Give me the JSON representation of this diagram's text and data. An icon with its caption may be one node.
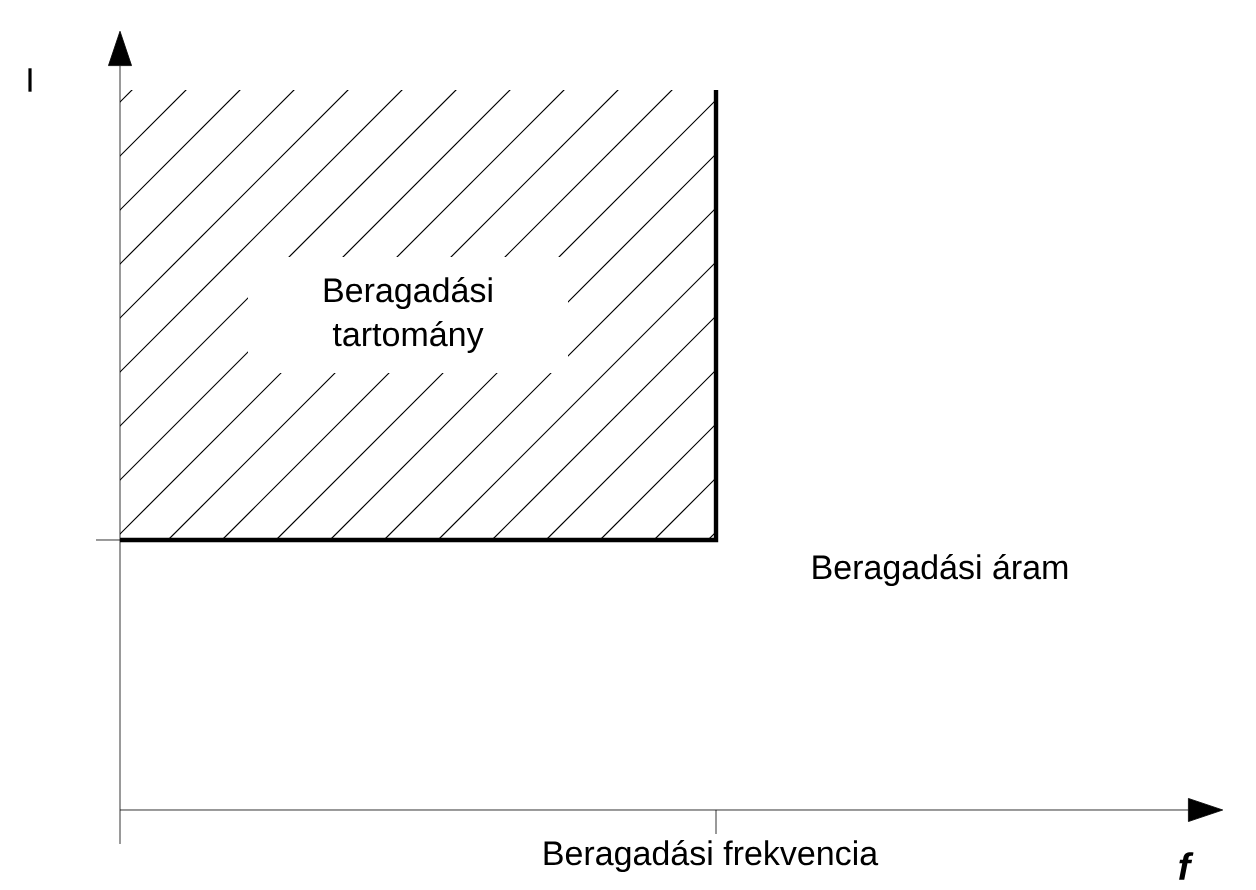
{
  "diagram": {
    "nodes": [
      {
        "text": [
          "Beragadási tartomány"
        ]
      }
    ],
    "labels": [
      "I",
      "Beragadási áram",
      "Beragadási frekvencia",
      "f"
    ]
  }
}
